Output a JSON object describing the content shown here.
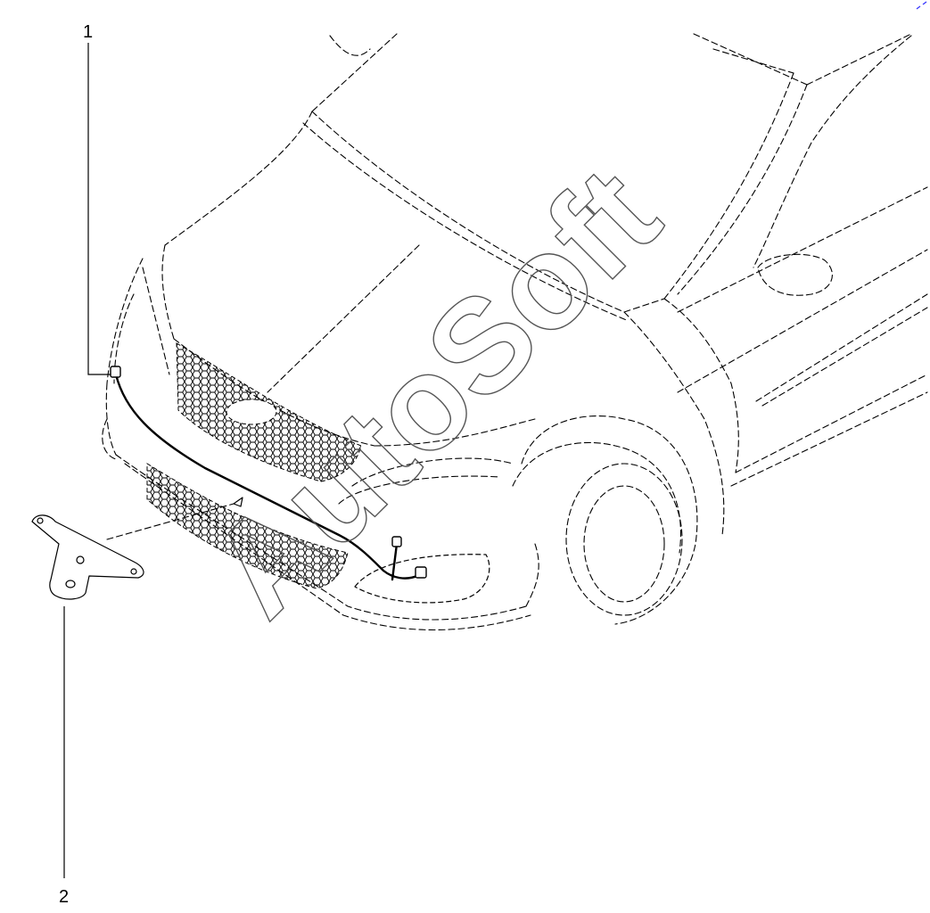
{
  "callouts": [
    {
      "number": "1"
    },
    {
      "number": "2"
    }
  ],
  "watermark": {
    "text": "AutoSoft"
  },
  "colors": {
    "line": "#000000",
    "background": "#ffffff",
    "watermark_stroke": "#555555",
    "corner_mark": "#3a3aff"
  }
}
